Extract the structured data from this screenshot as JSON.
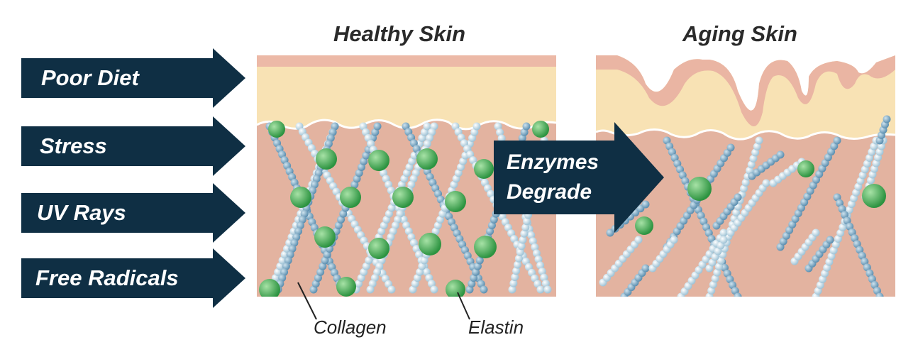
{
  "panels": {
    "healthy_title": "Healthy Skin",
    "aging_title": "Aging Skin"
  },
  "factors": [
    {
      "label": "Poor Diet"
    },
    {
      "label": "Stress"
    },
    {
      "label": "UV Rays"
    },
    {
      "label": "Free Radicals"
    }
  ],
  "process": {
    "line1": "Enzymes",
    "line2": "Degrade"
  },
  "legend": {
    "collagen": "Collagen",
    "elastin": "Elastin"
  },
  "colors": {
    "arrow": "#0f2f44",
    "epidermis_top": "#e8b5a3",
    "epidermis": "#f8e0b3",
    "dermis": "#e6b7a3",
    "collagen": "#c8dde8",
    "elastin": "#4fb35c"
  }
}
